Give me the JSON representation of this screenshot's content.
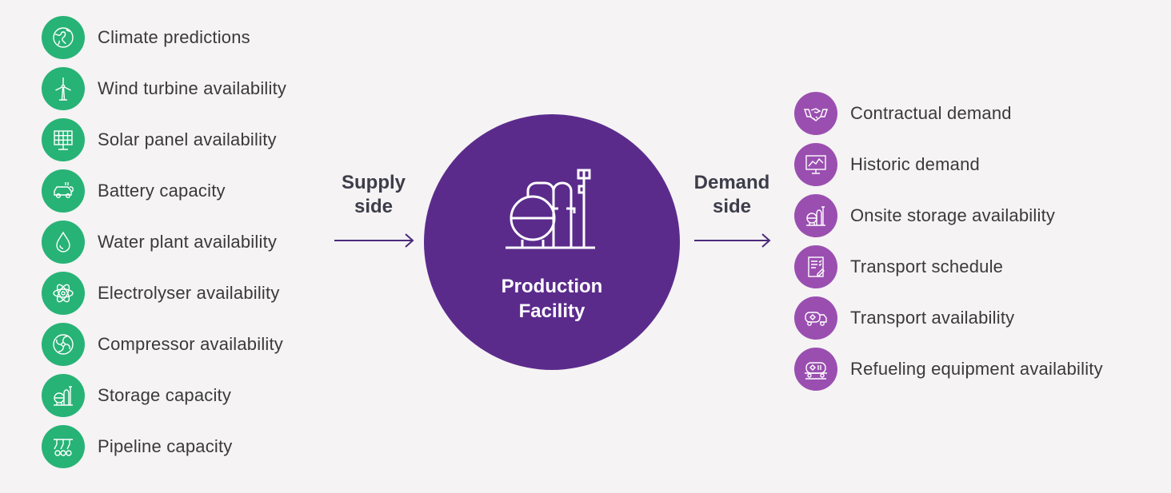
{
  "colors": {
    "background": "#f5f3f4",
    "supply_icon_bg": "#27b376",
    "demand_icon_bg": "#9a4fb0",
    "hub_bg": "#5b2b8c",
    "arrow": "#4b2a7a"
  },
  "supply": {
    "label_line1": "Supply",
    "label_line2": "side",
    "items": [
      {
        "label": "Climate predictions",
        "icon": "globe-icon"
      },
      {
        "label": "Wind turbine availability",
        "icon": "wind-turbine-icon"
      },
      {
        "label": "Solar panel availability",
        "icon": "solar-panel-icon"
      },
      {
        "label": "Battery capacity",
        "icon": "battery-car-icon"
      },
      {
        "label": "Water plant availability",
        "icon": "water-drop-icon"
      },
      {
        "label": "Electrolyser availability",
        "icon": "atom-icon"
      },
      {
        "label": "Compressor availability",
        "icon": "fan-icon"
      },
      {
        "label": "Storage capacity",
        "icon": "storage-tank-icon"
      },
      {
        "label": "Pipeline capacity",
        "icon": "pipeline-icon"
      }
    ]
  },
  "hub": {
    "title_line1": "Production",
    "title_line2": "Facility",
    "icon": "production-facility-icon"
  },
  "demand": {
    "label_line1": "Demand",
    "label_line2": "side",
    "items": [
      {
        "label": "Contractual demand",
        "icon": "handshake-icon"
      },
      {
        "label": "Historic demand",
        "icon": "monitor-chart-icon"
      },
      {
        "label": "Onsite storage availability",
        "icon": "storage-tank-icon"
      },
      {
        "label": "Transport schedule",
        "icon": "checklist-icon"
      },
      {
        "label": "Transport availability",
        "icon": "tanker-truck-icon"
      },
      {
        "label": "Refueling equipment availability",
        "icon": "rail-tanker-icon"
      }
    ]
  }
}
